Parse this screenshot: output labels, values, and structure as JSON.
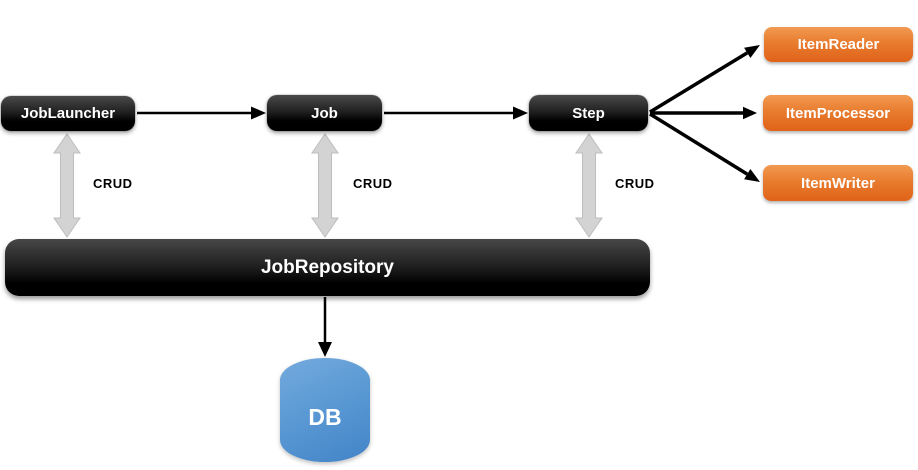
{
  "diagram": {
    "nodes": {
      "job_launcher": {
        "label": "JobLauncher"
      },
      "job": {
        "label": "Job"
      },
      "step": {
        "label": "Step"
      },
      "item_reader": {
        "label": "ItemReader"
      },
      "item_processor": {
        "label": "ItemProcessor"
      },
      "item_writer": {
        "label": "ItemWriter"
      },
      "job_repository": {
        "label": "JobRepository"
      },
      "db": {
        "label": "DB"
      }
    },
    "edges": {
      "crud_labels": [
        "CRUD",
        "CRUD",
        "CRUD"
      ]
    }
  },
  "colors": {
    "background": "#ffffff",
    "black_node": "#000000",
    "orange_top": "#f29a52",
    "orange_bottom": "#e0631a",
    "blue_top": "#74aadd",
    "blue_bottom": "#4384c8",
    "gray_arrow": "#d3d3d3",
    "gray_arrow_border": "#bdbdbd",
    "arrow_black": "#000000"
  }
}
